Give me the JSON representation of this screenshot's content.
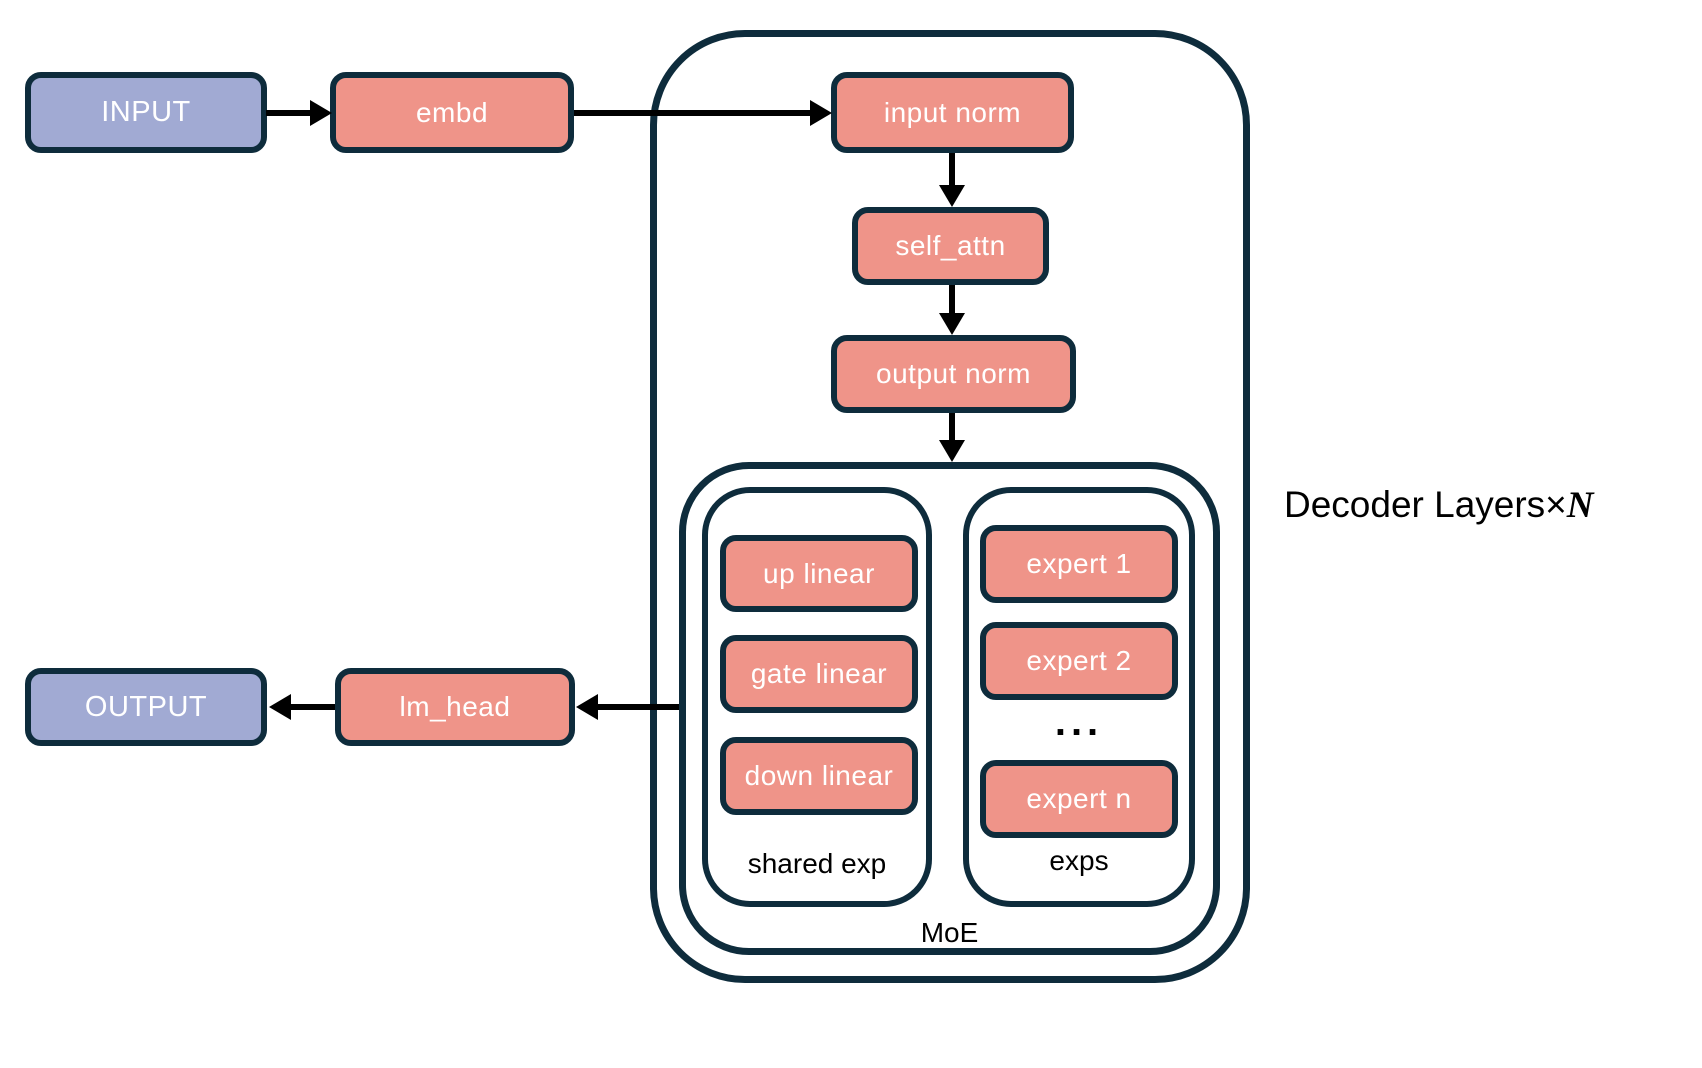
{
  "diagram": {
    "nodes": {
      "input": "INPUT",
      "embd": "embd",
      "input_norm": "input norm",
      "self_attn": "self_attn",
      "output_norm": "output norm",
      "up_linear": "up linear",
      "gate_linear": "gate linear",
      "down_linear": "down linear",
      "expert_1": "expert 1",
      "expert_2": "expert 2",
      "expert_n": "expert n",
      "ellipsis": "...",
      "lm_head": "lm_head",
      "output": "OUTPUT"
    },
    "containers": {
      "decoder_label_prefix": "Decoder Layers×",
      "decoder_repeat_symbol": "N",
      "moe_label": "MoE",
      "shared_exp_label": "shared exp",
      "exps_label": "exps"
    },
    "colors": {
      "background": "#ffffff",
      "border": "#0e2c3c",
      "io_fill": "#a1aad3",
      "module_fill": "#ef9489",
      "arrow": "#000000",
      "text_light": "#ffffff",
      "text_dark": "#000000"
    }
  }
}
